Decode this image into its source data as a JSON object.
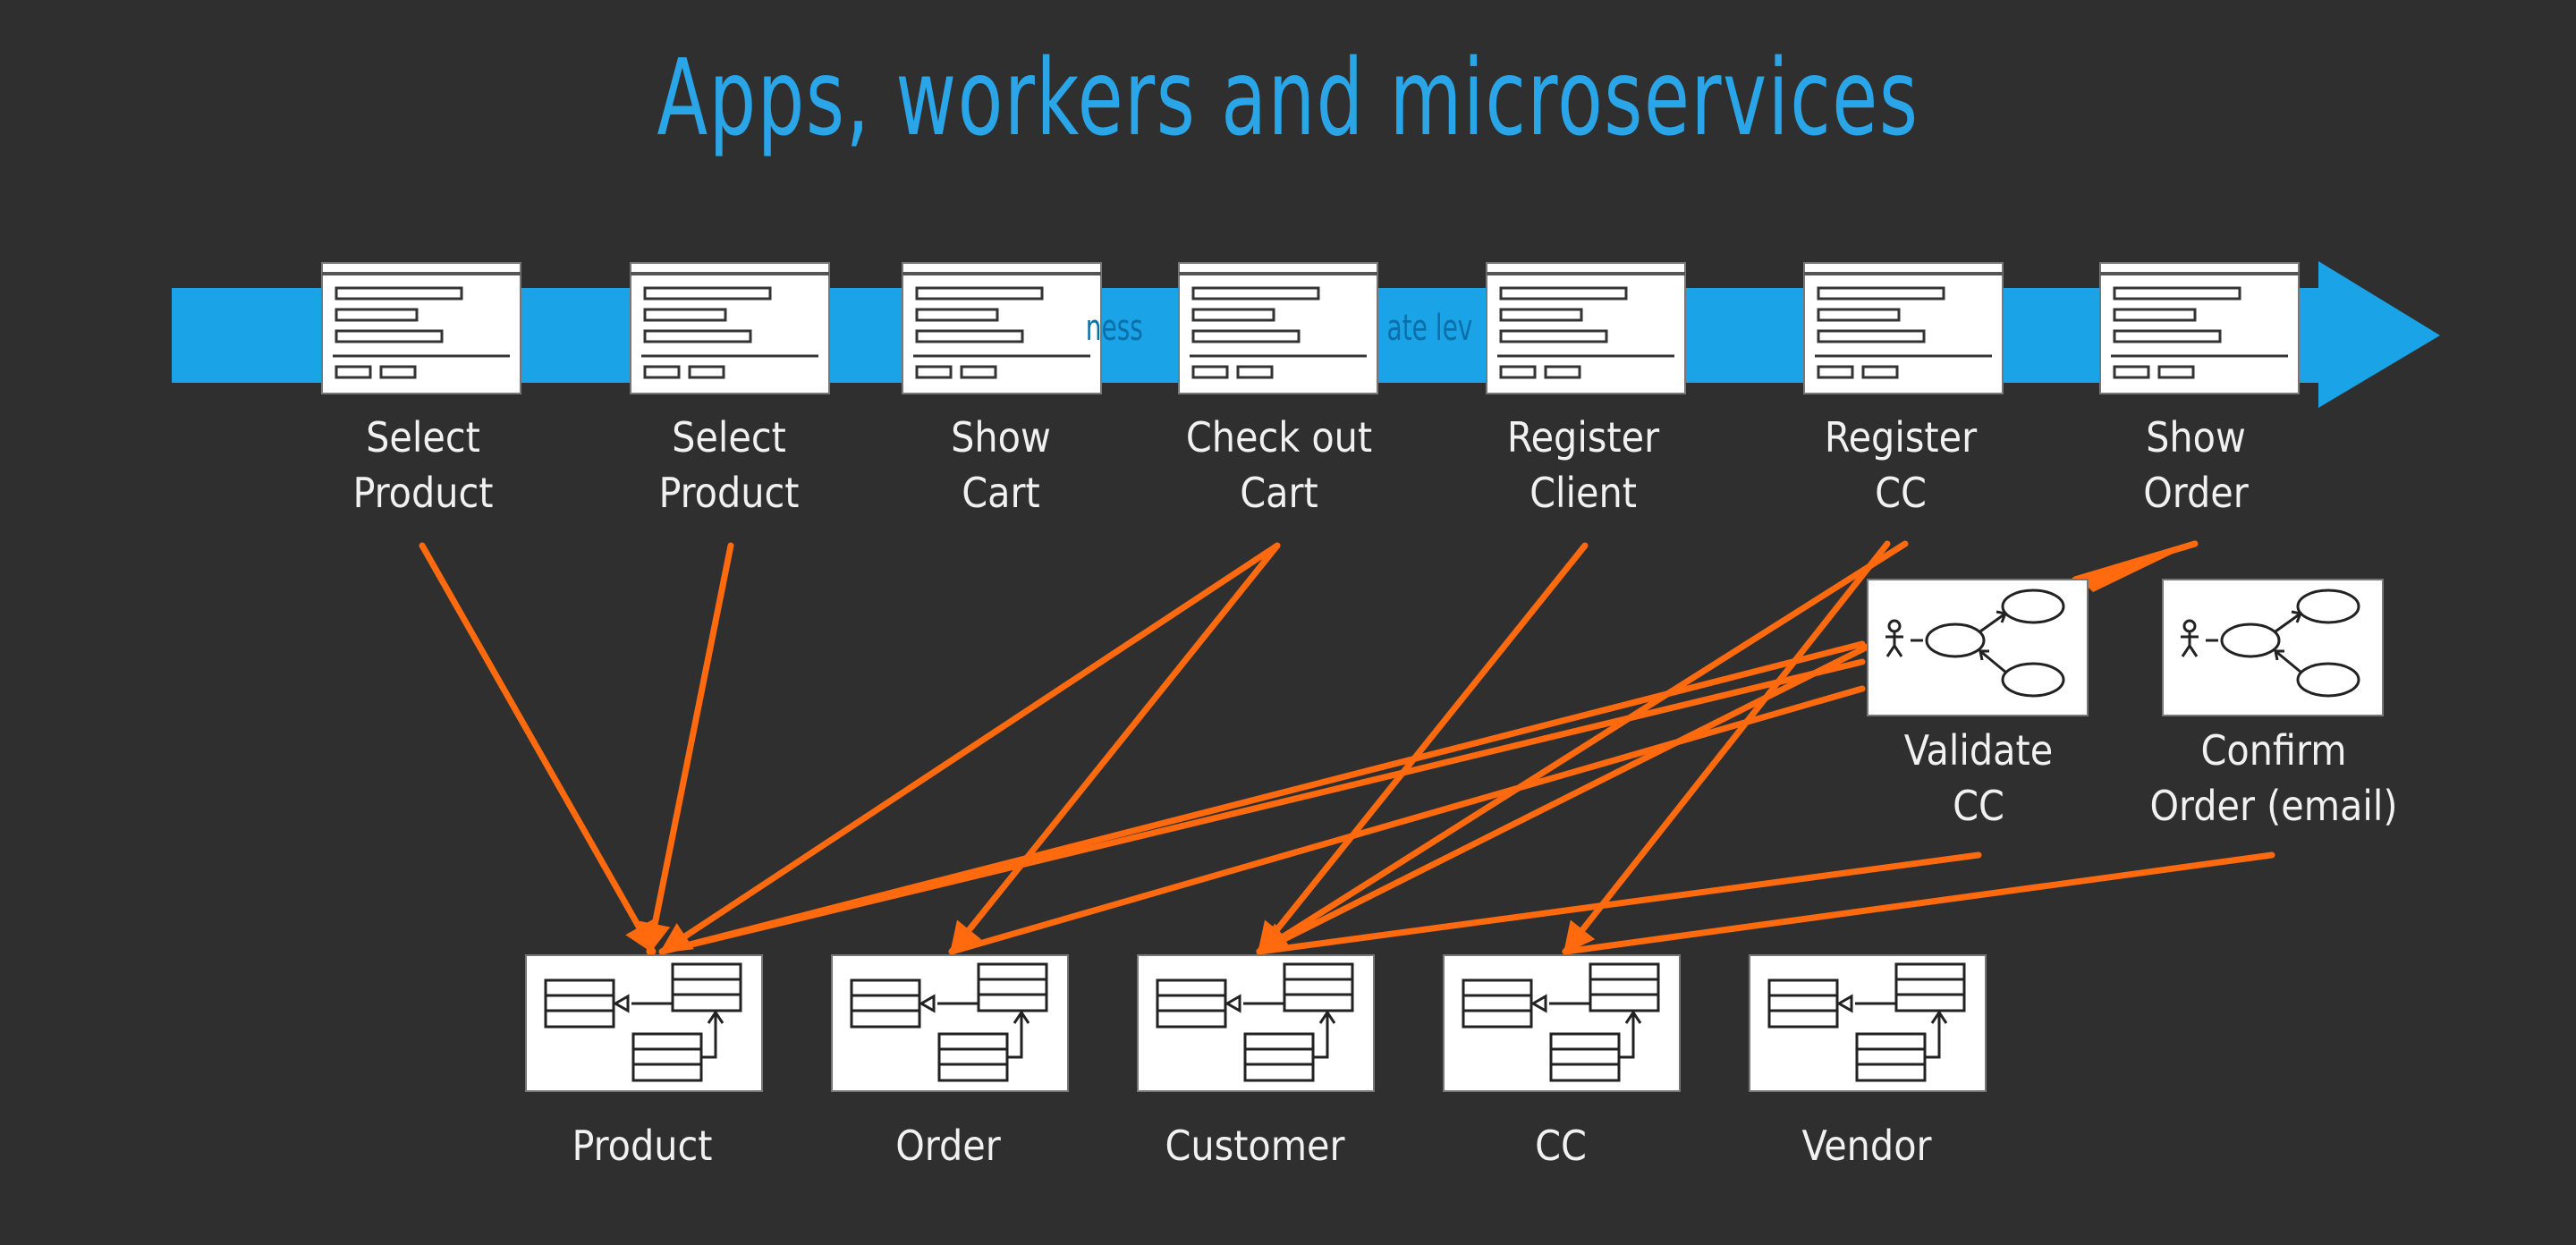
{
  "title": "Apps, workers and microservices",
  "process_arrow_text": [
    "ness",
    "ate lev"
  ],
  "apps": [
    {
      "line1": "Select",
      "line2": "Product"
    },
    {
      "line1": "Select",
      "line2": "Product"
    },
    {
      "line1": "Show",
      "line2": "Cart"
    },
    {
      "line1": "Check out",
      "line2": "Cart"
    },
    {
      "line1": "Register",
      "line2": "Client"
    },
    {
      "line1": "Register",
      "line2": "CC"
    },
    {
      "line1": "Show",
      "line2": "Order"
    }
  ],
  "workers": [
    {
      "line1": "Validate",
      "line2": "CC"
    },
    {
      "line1": "Confirm",
      "line2": "Order (email)"
    }
  ],
  "microservices": [
    {
      "label": "Product"
    },
    {
      "label": "Order"
    },
    {
      "label": "Customer"
    },
    {
      "label": "CC"
    },
    {
      "label": "Vendor"
    }
  ],
  "colors": {
    "background": "#2f2f2f",
    "process_arrow": "#1ba3e8",
    "connector": "#ff6a0f",
    "label": "#f1f1f1"
  }
}
